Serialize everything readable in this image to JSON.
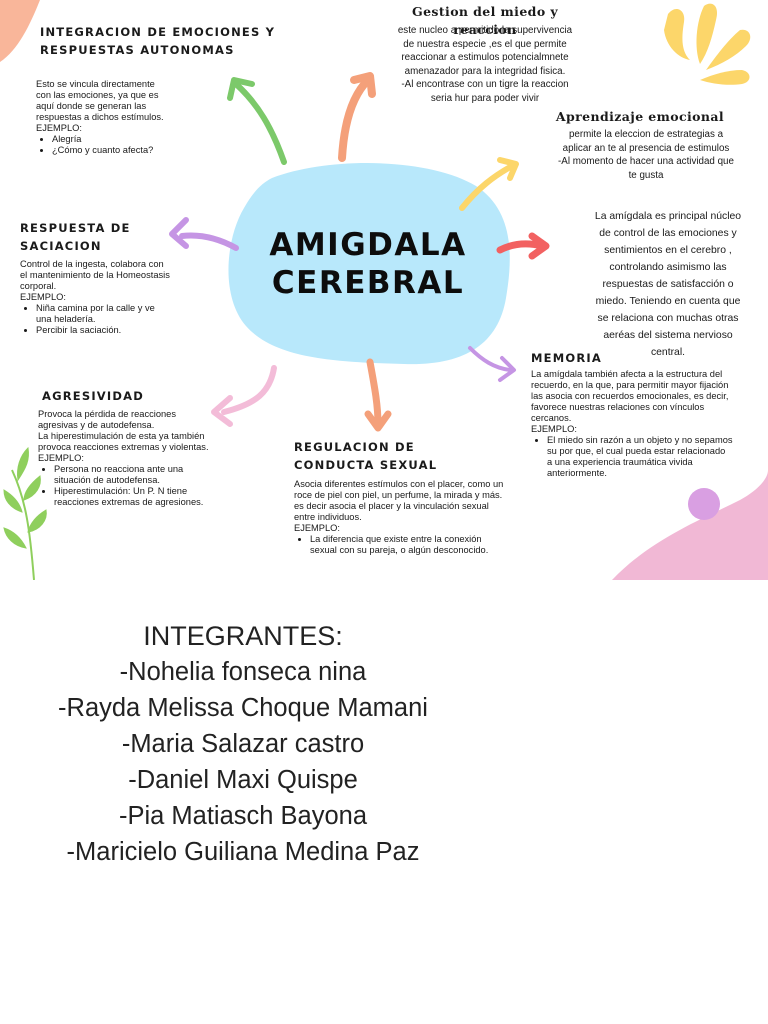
{
  "mindmap": {
    "title": "AMIGDALA\nCEREBRAL",
    "branches": [
      {
        "id": "integracion",
        "heading": "INTEGRACION DE EMOCIONES Y\nRESPUESTAS AUTONOMAS",
        "paragraphs": [
          "Esto se vincula directamente\ncon las emociones, ya que es\naquí donde se generan las\nrespuestas a dichos estímulos.\nEJEMPLO:"
        ],
        "bullets": [
          "Alegría",
          "¿Cómo y cuanto afecta?"
        ]
      },
      {
        "id": "gestion",
        "heading": "Gestion del miedo y reaccion",
        "paragraphs": [
          "este nucleo a permitido la supervivencia\nde nuestra especie ,es el que permite\nreaccionar a estimulos potencialmnete\namenazador para la integridad fisica.\n-Al encontrase con un tigre la reaccion\nseria hur para poder vivir"
        ]
      },
      {
        "id": "aprendizaje",
        "heading": "Aprendizaje emocional",
        "paragraphs": [
          "permite la eleccion de estrategias a\naplicar an te al presencia de estimulos\n-Al momento de hacer una actividad que\nte gusta"
        ]
      },
      {
        "id": "definicion",
        "paragraphs": [
          "La amígdala  es principal núcleo\nde control de las emociones y\nsentimientos en el cerebro ,\ncontrolando asimismo las\nrespuestas de satisfacción o\nmiedo. Teniendo en cuenta que\nse relaciona con muchas otras\naeréas del sistema nervioso\ncentral."
        ]
      },
      {
        "id": "saciacion",
        "heading": "RESPUESTA DE\nSACIACION",
        "paragraphs": [
          "Control de la ingesta, colabora con\nel mantenimiento de la Homeostasis\ncorporal.\nEJEMPLO:"
        ],
        "bullets": [
          "Niña camina por la calle y ve\nuna heladería.",
          "Percibir la saciación."
        ]
      },
      {
        "id": "memoria",
        "heading": "MEMORIA",
        "paragraphs": [
          "La amígdala también afecta a la estructura del\nrecuerdo, en la que, para permitir mayor fijación\nlas asocia con recuerdos emocionales, es decir,\nfavorece nuestras relaciones con vínculos\ncercanos.\nEJEMPLO:"
        ],
        "bullets": [
          "El miedo sin razón a un objeto y no sepamos\nsu por que, el cual pueda estar relacionado\na una experiencia traumática vivida\nanteriormente."
        ]
      },
      {
        "id": "agresividad",
        "heading": "AGRESIVIDAD",
        "paragraphs": [
          "Provoca la pérdida de reacciones\nagresivas y de autodefensa.\nLa hiperestimulación de esta ya también\nprovoca reacciones extremas y violentas.\nEJEMPLO:"
        ],
        "bullets": [
          "Persona no reacciona ante una\nsituación de autodefensa.",
          "Hiperestimulación: Un P. N tiene\nreacciones extremas de agresiones."
        ]
      },
      {
        "id": "sexual",
        "heading": "REGULACION DE\nCONDUCTA SEXUAL",
        "paragraphs": [
          "Asocia diferentes estímulos con el placer, como un\nroce de piel con piel, un perfume, la mirada y más.\nes decir asocia el placer y la vinculación sexual\nentre individuos.\nEJEMPLO:"
        ],
        "bullets": [
          "La diferencia que existe entre la conexión\nsexual con su pareja, o algún desconocido."
        ]
      }
    ]
  },
  "integrantes": {
    "title": "INTEGRANTES:",
    "members": [
      "-Nohelia fonseca nina",
      "-Rayda Melissa Choque Mamani",
      "-Maria  Salazar castro",
      "-Daniel Maxi Quispe",
      "-Pia Matiasch Bayona",
      "-Maricielo Guiliana Medina Paz"
    ]
  },
  "colors": {
    "center_blob": "#b8e8fb",
    "arrow_green": "#7cc96a",
    "arrow_salmon": "#f4a07a",
    "arrow_yellow": "#fcd66a",
    "arrow_red": "#f26161",
    "arrow_violet": "#c595e4",
    "arrow_pink": "#f3bcd8",
    "corner_peach": "#f9b69a",
    "corner_pink": "#f1b8d5",
    "dot_violet": "#d99fe2",
    "leaf_green": "#8fcf5d"
  }
}
